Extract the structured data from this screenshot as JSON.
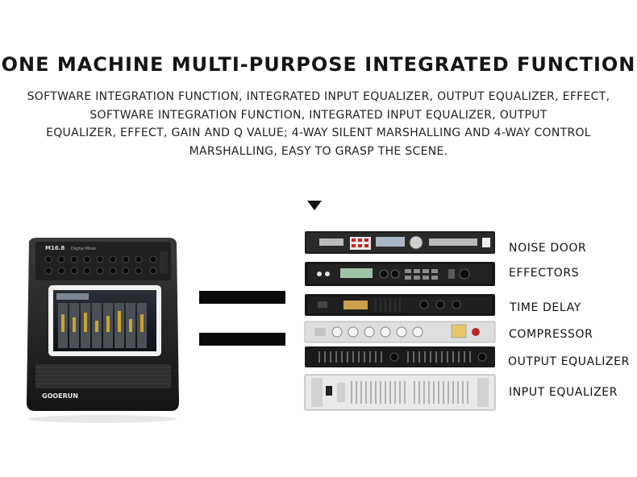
{
  "heading": "ONE MACHINE MULTI-PURPOSE INTEGRATED FUNCTION",
  "description": [
    "SOFTWARE INTEGRATION FUNCTION, INTEGRATED INPUT EQUALIZER, OUTPUT EQUALIZER, EFFECT,",
    "SOFTWARE INTEGRATION FUNCTION, INTEGRATED INPUT EQUALIZER, OUTPUT",
    "EQUALIZER, EFFECT, GAIN AND Q VALUE; 4-WAY SILENT MARSHALLING AND 4-WAY CONTROL",
    "MARSHALLING, EASY TO GRASP THE SCENE."
  ],
  "mixer": {
    "model": "M16.8",
    "subtitle": "Digital Mixer",
    "brand": "GOOERUN"
  },
  "devices": [
    {
      "label": "NOISE DOOR"
    },
    {
      "label": "EFFECTORS"
    },
    {
      "label": "TIME DELAY"
    },
    {
      "label": "COMPRESSOR"
    },
    {
      "label": "OUTPUT EQUALIZER"
    },
    {
      "label": "INPUT EQUALIZER"
    }
  ],
  "icons": {
    "pointer": "down-triangle-icon",
    "equals": "equals-sign-icon"
  },
  "colors": {
    "text": "#111111",
    "device_dark": "#1c1c1c",
    "device_silver": "#d9d9d9"
  }
}
